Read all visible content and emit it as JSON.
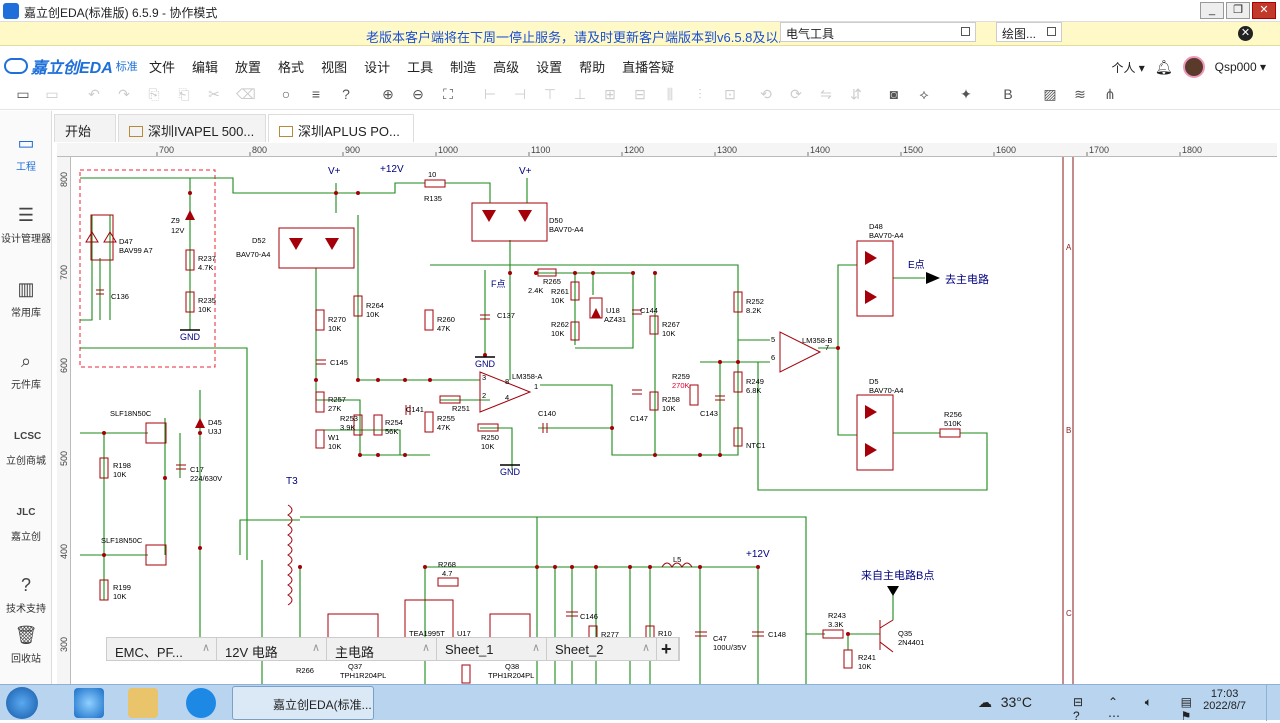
{
  "window": {
    "title": "嘉立创EDA(标准版) 6.5.9 - 协作模式"
  },
  "notice": {
    "text": "老版本客户端将在下周一停止服务，请及时更新客户端版本到v6.5.8及以上",
    "close_icon": "close-circle-icon"
  },
  "floats": {
    "electrical_tools": "电气工具",
    "drawing_tools": "绘图..."
  },
  "brand": {
    "name": "嘉立创EDA",
    "edition": "标准"
  },
  "menu": [
    "文件",
    "编辑",
    "放置",
    "格式",
    "视图",
    "设计",
    "工具",
    "制造",
    "高级",
    "设置",
    "帮助",
    "直播答疑"
  ],
  "user": {
    "scope": "个人",
    "name": "Qsp000"
  },
  "sidebar": [
    {
      "label": "工程",
      "icon": "folder-icon"
    },
    {
      "label": "设计管理器",
      "icon": "tree-icon"
    },
    {
      "label": "常用库",
      "icon": "chip-icon"
    },
    {
      "label": "元件库",
      "icon": "search-component-icon"
    },
    {
      "label": "立创商城",
      "icon": "lcsc-icon"
    },
    {
      "label": "嘉立创",
      "icon": "jlc-icon"
    },
    {
      "label": "技术支持",
      "icon": "help-icon"
    },
    {
      "label": "回收站",
      "icon": "trash-icon"
    }
  ],
  "tabs": [
    {
      "label": "开始"
    },
    {
      "label": "深圳IVAPEL 500..."
    },
    {
      "label": "深圳APLUS PO..."
    }
  ],
  "ruler": {
    "h": [
      "700",
      "800",
      "900",
      "1000",
      "1100",
      "1200",
      "1300",
      "1400",
      "1500",
      "1600",
      "1700",
      "1800"
    ],
    "v": [
      "800",
      "700",
      "600",
      "500",
      "400",
      "300"
    ]
  },
  "schematic": {
    "power_v": "V+",
    "power_12v": "+12V",
    "gnd": "GND",
    "texts": {
      "D47": "D47",
      "BAV99A7": "BAV99 A7",
      "C136": "C136",
      "Z9": "Z9",
      "Z9v": "12V",
      "R237": "R237",
      "R237v": "4.7K",
      "R235": "R235",
      "R235v": "10K",
      "D52": "D52",
      "BAV70A4": "BAV70-A4",
      "R135": "R135",
      "R135v": "10",
      "D50": "D50",
      "R270": "R270",
      "R270v": "10K",
      "R264": "R264",
      "R264v": "10K",
      "R260": "R260",
      "R260v": "47K",
      "C145": "C145",
      "R257": "R257",
      "R257v": "27K",
      "R253": "R253",
      "R253v": "3.9K",
      "W1": "W1",
      "W1v": "10K",
      "R254": "R254",
      "R254v": "56K",
      "C141": "C141",
      "R255": "R255",
      "R255v": "47K",
      "R251": "R251",
      "R250": "R250",
      "R250v": "10K",
      "C137": "C137",
      "Fpoint": "F点",
      "R265": "R265",
      "R265v": "2.4K",
      "R261": "R261",
      "R261v": "10K",
      "R262": "R262",
      "R262v": "10K",
      "U18": "U18",
      "AZ431": "AZ431",
      "C144": "C144",
      "R267": "R267",
      "R267v": "10K",
      "LM358A": "LM358-A",
      "C140": "C140",
      "R259": "R259",
      "R259v": "270K",
      "R258": "R258",
      "R258v": "10K",
      "C147": "C147",
      "C143": "C143",
      "R252": "R252",
      "R252v": "8.2K",
      "R249": "R249",
      "R249v": "6.8K",
      "NTC1": "NTC1",
      "LM358B": "LM358-B",
      "D48": "D48",
      "Epoint": "E点",
      "to_main": "去主电路",
      "D5": "D5",
      "R256": "R256",
      "R256v": "510K",
      "SLF18N50C": "SLF18N50C",
      "D45": "D45",
      "U3J": "U3J",
      "R198": "R198",
      "R198v": "10K",
      "C17": "C17",
      "C17v": "224/630V",
      "T3": "T3",
      "R199": "R199",
      "R199v": "10K",
      "R268": "R268",
      "R268v": "4.7",
      "L5": "L5",
      "C146": "C146",
      "R277": "R277",
      "R10": "R10",
      "C47": "C47",
      "C47v": "100U/35V",
      "C148": "C148",
      "from_main": "来自主电路B点",
      "R243": "R243",
      "R243v": "3.3K",
      "R241": "R241",
      "R241v": "10K",
      "Q35": "Q35",
      "Q35v": "2N4401",
      "Q37": "Q37",
      "Q38": "Q38",
      "TPH": "TPH1R204PL",
      "TEA": "TEA1995T",
      "U17": "U17",
      "R266": "R266",
      "frameA": "A",
      "frameB": "B",
      "frameC": "C",
      "pin3": "3",
      "pin2": "2",
      "pin5": "5",
      "pin6": "6",
      "pin7": "7",
      "pin1": "1",
      "pin8": "8",
      "pin4": "4"
    }
  },
  "sheets": [
    "EMC、PF...",
    "12V 电路",
    "主电路",
    "Sheet_1",
    "Sheet_2"
  ],
  "taskbar": {
    "app": "嘉立创EDA(标准...",
    "weather": "33°C",
    "time": "17:03",
    "date": "2022/8/7"
  },
  "colors": {
    "wire": "#1a8a1a",
    "part": "#a5000a",
    "label": "#000080",
    "accent": "#1e6fd9",
    "notice_bg": "#fff9c8"
  }
}
